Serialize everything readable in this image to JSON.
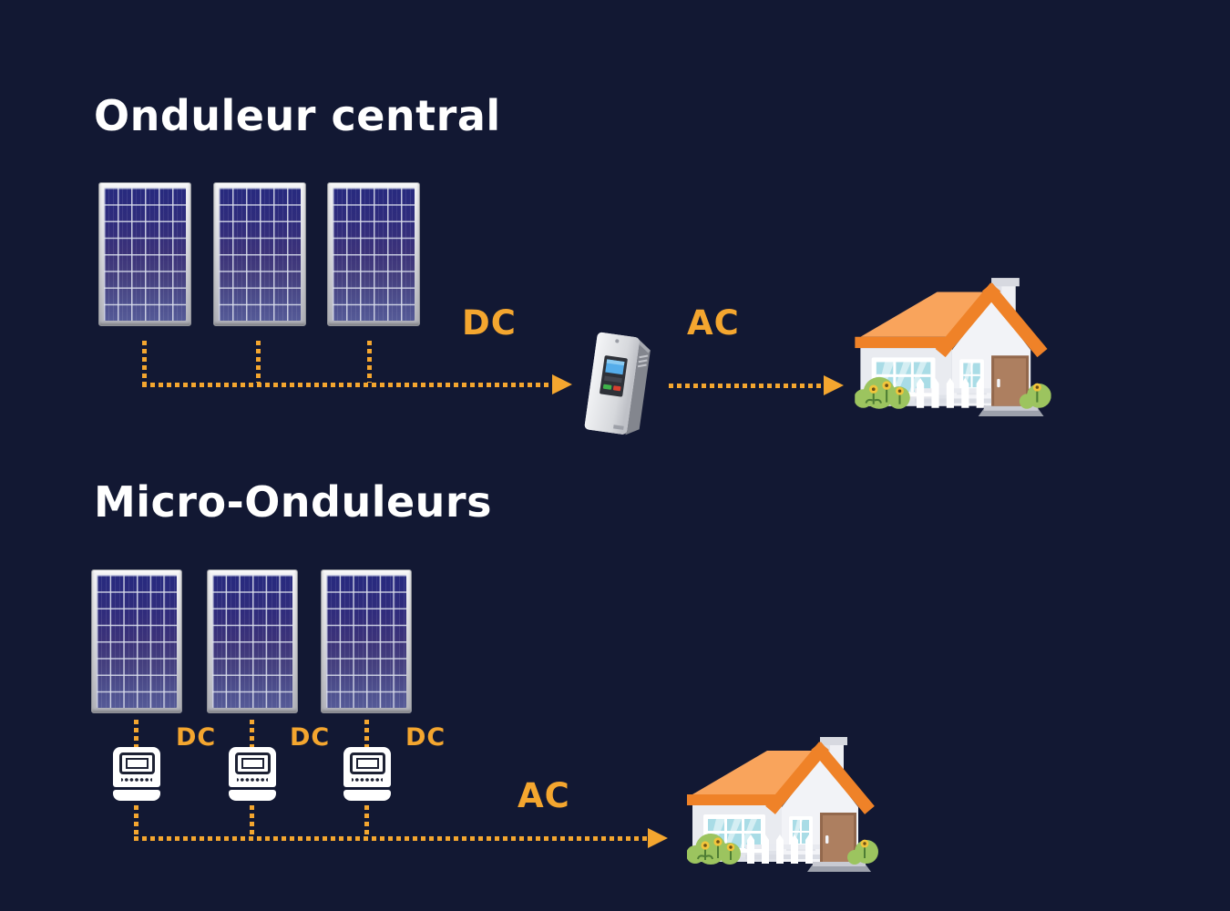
{
  "colors": {
    "background": "#121833",
    "accent": "#F4A62F",
    "title_text": "#FFFFFF",
    "roof_light": "#F9A45C",
    "roof_dark": "#EF8228"
  },
  "sections": [
    {
      "title": "Onduleur central",
      "panel_count": 3,
      "dc_label": "DC",
      "ac_label": "AC"
    },
    {
      "title": "Micro-Onduleurs",
      "panel_count": 3,
      "dc_labels": [
        "DC",
        "DC",
        "DC"
      ],
      "ac_label": "AC"
    }
  ]
}
